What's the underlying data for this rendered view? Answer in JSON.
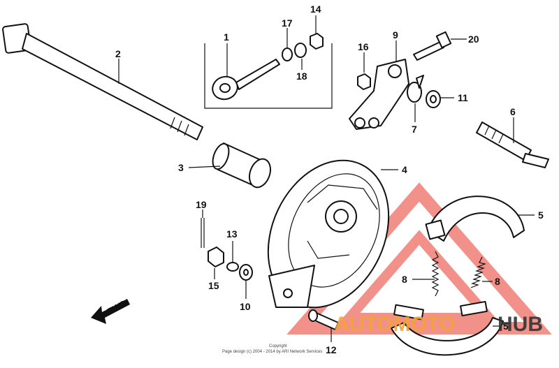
{
  "watermark": {
    "word1": "AUTOMOTO",
    "word2": "HUB",
    "color_red": "#e8392a",
    "color_orange": "#f2a23a",
    "color_dark": "#333333"
  },
  "copyright": {
    "line1": "Copyright",
    "line2": "Page design (c) 2004 - 2014 by ARI Network Services"
  },
  "fwd_label": "FWD",
  "callouts": [
    {
      "id": "c1",
      "text": "1"
    },
    {
      "id": "c2",
      "text": "2"
    },
    {
      "id": "c3",
      "text": "3"
    },
    {
      "id": "c4",
      "text": "4"
    },
    {
      "id": "c5a",
      "text": "5"
    },
    {
      "id": "c5b",
      "text": "5"
    },
    {
      "id": "c6",
      "text": "6"
    },
    {
      "id": "c7",
      "text": "7"
    },
    {
      "id": "c8a",
      "text": "8"
    },
    {
      "id": "c8b",
      "text": "8"
    },
    {
      "id": "c9",
      "text": "9"
    },
    {
      "id": "c10",
      "text": "10"
    },
    {
      "id": "c11",
      "text": "11"
    },
    {
      "id": "c12",
      "text": "12"
    },
    {
      "id": "c13",
      "text": "13"
    },
    {
      "id": "c14",
      "text": "14"
    },
    {
      "id": "c15",
      "text": "15"
    },
    {
      "id": "c16",
      "text": "16"
    },
    {
      "id": "c17",
      "text": "17"
    },
    {
      "id": "c18",
      "text": "18"
    },
    {
      "id": "c19",
      "text": "19"
    },
    {
      "id": "c20",
      "text": "20"
    }
  ]
}
